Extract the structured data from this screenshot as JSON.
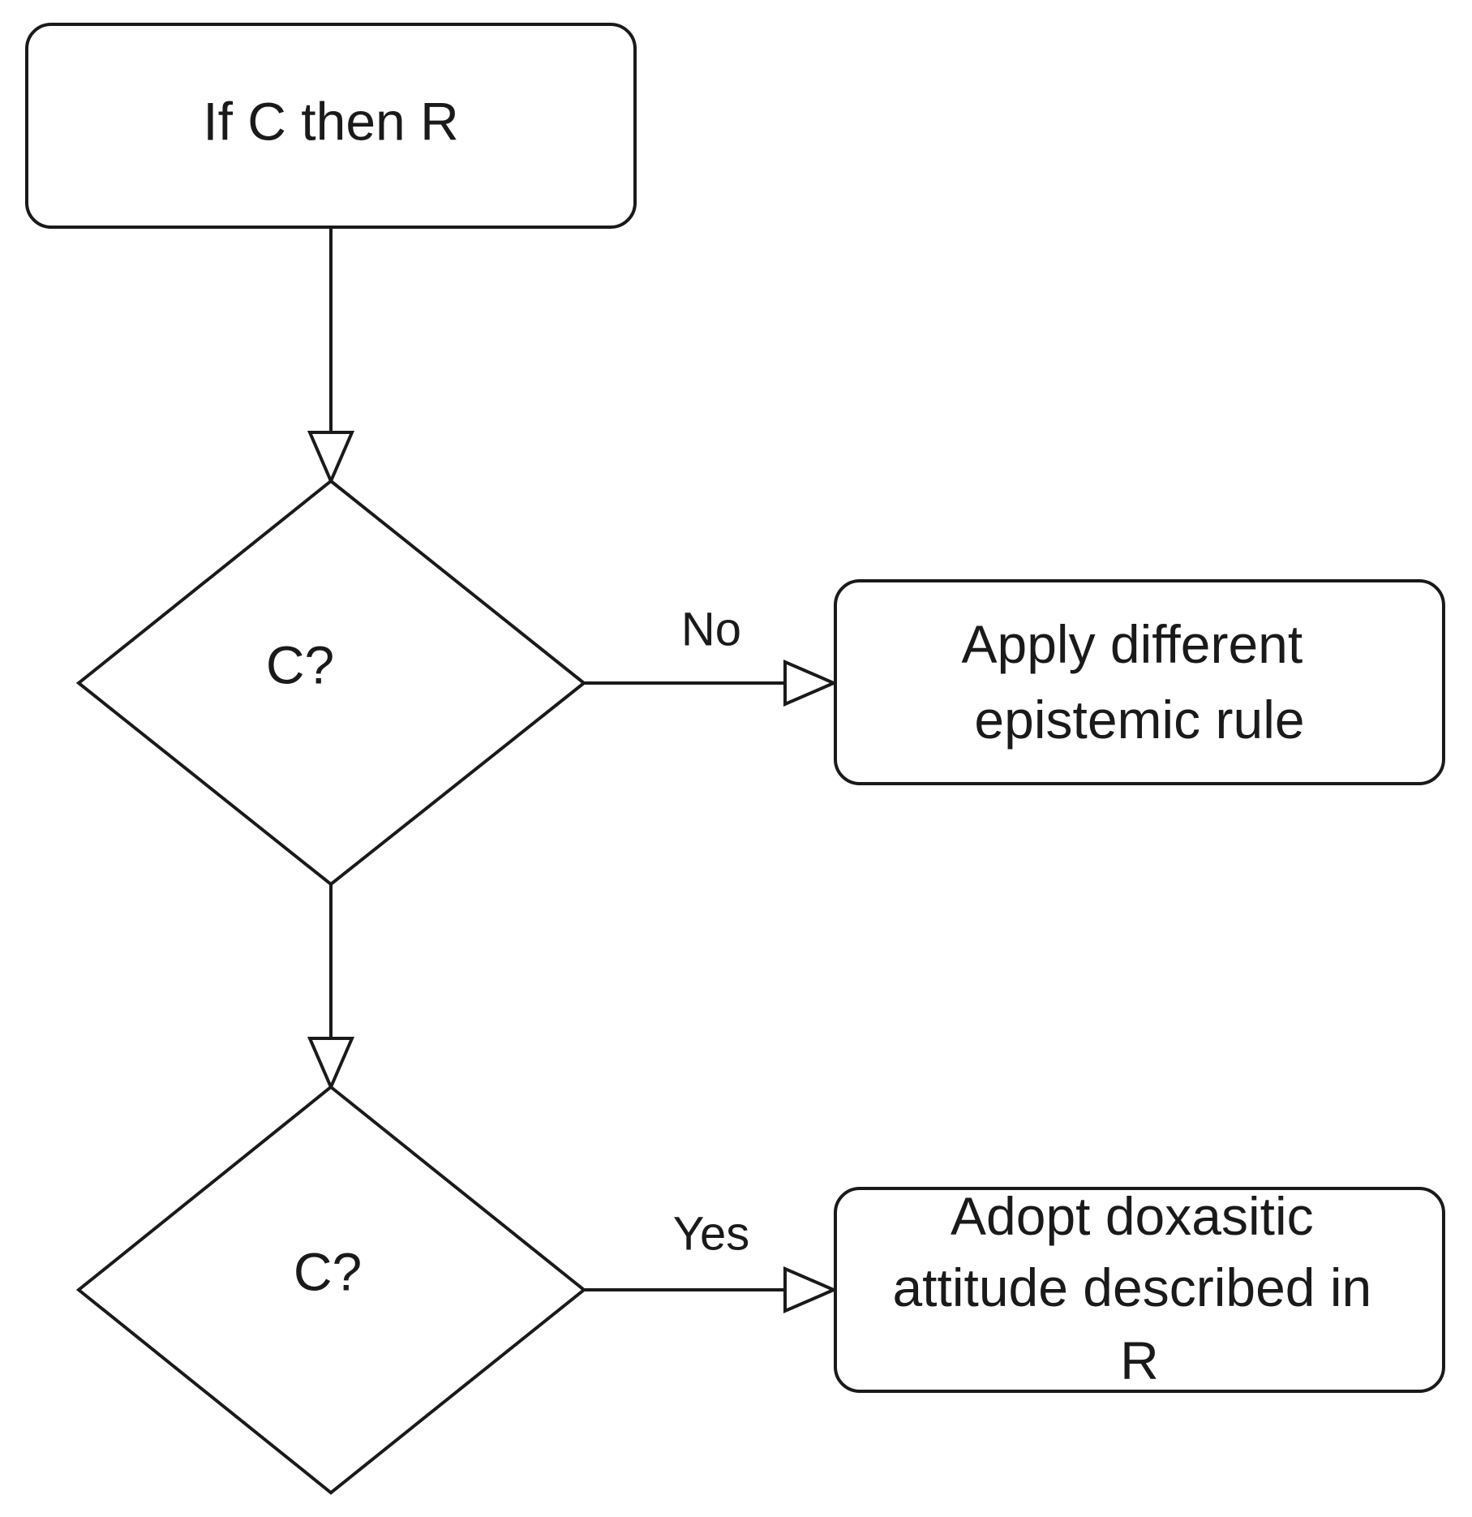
{
  "nodes": {
    "start": {
      "label": "If C then R"
    },
    "decision_1": {
      "label": "C?"
    },
    "decision_2": {
      "label": "C?"
    },
    "outcome_no": {
      "lines": [
        "Apply different",
        "epistemic rule"
      ]
    },
    "outcome_yes": {
      "lines": [
        "Adopt doxasitic",
        "attitude described in",
        "R"
      ]
    }
  },
  "edges": {
    "no_label": "No",
    "yes_label": "Yes"
  }
}
